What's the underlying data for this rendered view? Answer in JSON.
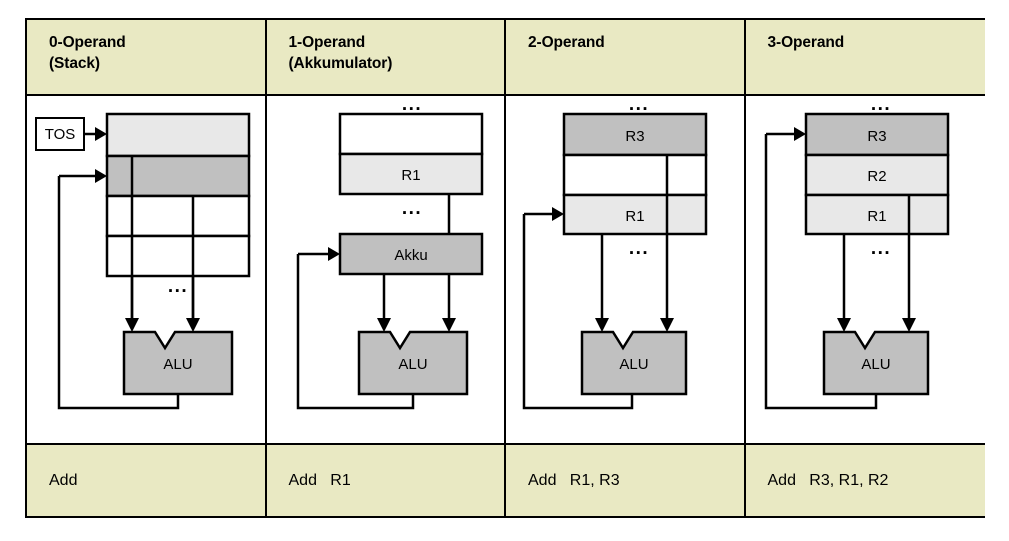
{
  "diagram": {
    "title_row": [
      {
        "line1": "0-Operand",
        "line2": "(Stack)"
      },
      {
        "line1": "1-Operand",
        "line2": "(Akkumulator)"
      },
      {
        "line1": "2-Operand",
        "line2": ""
      },
      {
        "line1": "3-Operand",
        "line2": ""
      }
    ],
    "instructions": [
      "Add",
      "Add   R1",
      "Add   R1, R3",
      "Add   R3, R1, R2"
    ],
    "labels": {
      "tos": "TOS",
      "alu": "ALU",
      "akku": "Akku",
      "r1": "R1",
      "r2": "R2",
      "r3": "R3",
      "ellipsis": "..."
    },
    "columns": [
      {
        "name": "stack",
        "cells": [
          {
            "label": "",
            "fill": "light"
          },
          {
            "label": "",
            "fill": "mid"
          },
          {
            "label": "",
            "fill": "white"
          },
          {
            "label": "",
            "fill": "white"
          }
        ],
        "pointer_label": "TOS"
      },
      {
        "name": "accumulator",
        "cells": [
          {
            "label": "",
            "fill": "white"
          },
          {
            "label": "R1",
            "fill": "light"
          }
        ],
        "register_label": "Akku"
      },
      {
        "name": "two-operand",
        "cells": [
          {
            "label": "R3",
            "fill": "mid"
          },
          {
            "label": "",
            "fill": "white"
          },
          {
            "label": "R1",
            "fill": "light"
          }
        ]
      },
      {
        "name": "three-operand",
        "cells": [
          {
            "label": "R3",
            "fill": "mid"
          },
          {
            "label": "R2",
            "fill": "light"
          },
          {
            "label": "R1",
            "fill": "light"
          }
        ]
      }
    ],
    "colors": {
      "header_bg": "#e9e9c3",
      "fill_light": "#e8e8e8",
      "fill_mid": "#c0c0c0",
      "stroke": "#000000",
      "page_bg": "#ffffff"
    }
  }
}
